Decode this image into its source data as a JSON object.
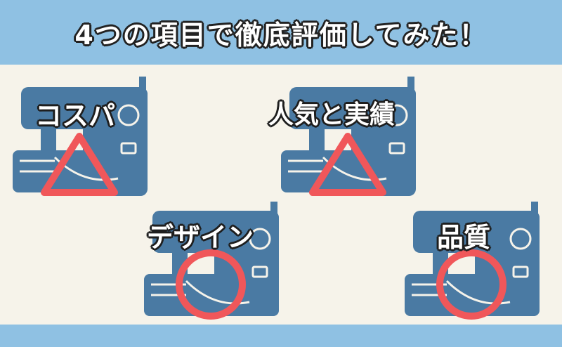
{
  "header": {
    "title": "4つの項目で徹底評価してみた！"
  },
  "colors": {
    "banner": "#8fc1e3",
    "background": "#f6f3ea",
    "machine": "#4a7aa3",
    "mark": "#f0575a"
  },
  "ratings": [
    {
      "label": "コスパ",
      "mark": "triangle"
    },
    {
      "label": "人気と実績",
      "mark": "triangle"
    },
    {
      "label": "デザイン",
      "mark": "circle"
    },
    {
      "label": "品質",
      "mark": "circle"
    }
  ]
}
